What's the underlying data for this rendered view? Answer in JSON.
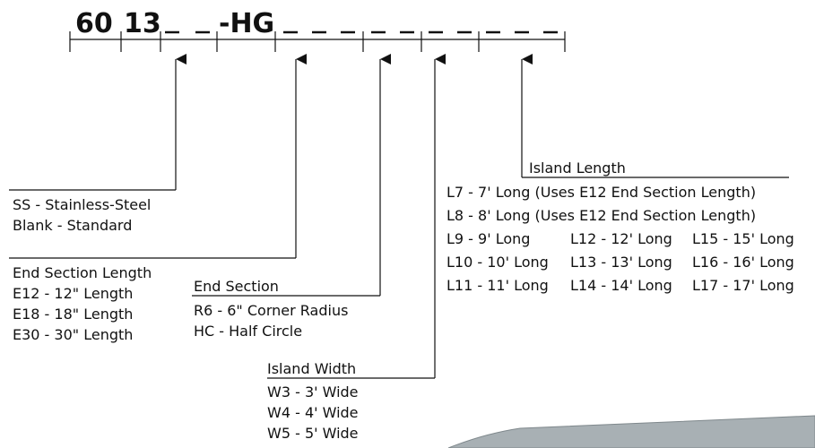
{
  "model_code": {
    "part1": "60",
    "part2": "13",
    "part3": "-HG"
  },
  "finish": {
    "items": [
      "SS - Stainless-Steel",
      "Blank - Standard"
    ]
  },
  "end_section_length": {
    "title": "End Section Length",
    "items": [
      "E12 - 12\" Length",
      "E18 - 18\" Length",
      "E30 - 30\" Length"
    ]
  },
  "end_section": {
    "title": "End Section",
    "items": [
      "R6 - 6\" Corner Radius",
      "HC - Half Circle"
    ]
  },
  "island_width": {
    "title": "Island Width",
    "items": [
      "W3 - 3' Wide",
      "W4 - 4' Wide",
      "W5 - 5' Wide"
    ]
  },
  "island_length": {
    "title": "Island Length",
    "items": [
      "L7 - 7' Long (Uses E12 End Section Length)",
      "L8 - 8' Long (Uses E12 End Section Length)"
    ],
    "grid": [
      [
        "L9 - 9' Long",
        "L12 - 12' Long",
        "L15 - 15' Long"
      ],
      [
        "L10 - 10' Long",
        "L13 - 13' Long",
        "L16 - 16' Long"
      ],
      [
        "L11 - 11' Long",
        "L14 - 14' Long",
        "L17 - 17' Long"
      ]
    ]
  }
}
